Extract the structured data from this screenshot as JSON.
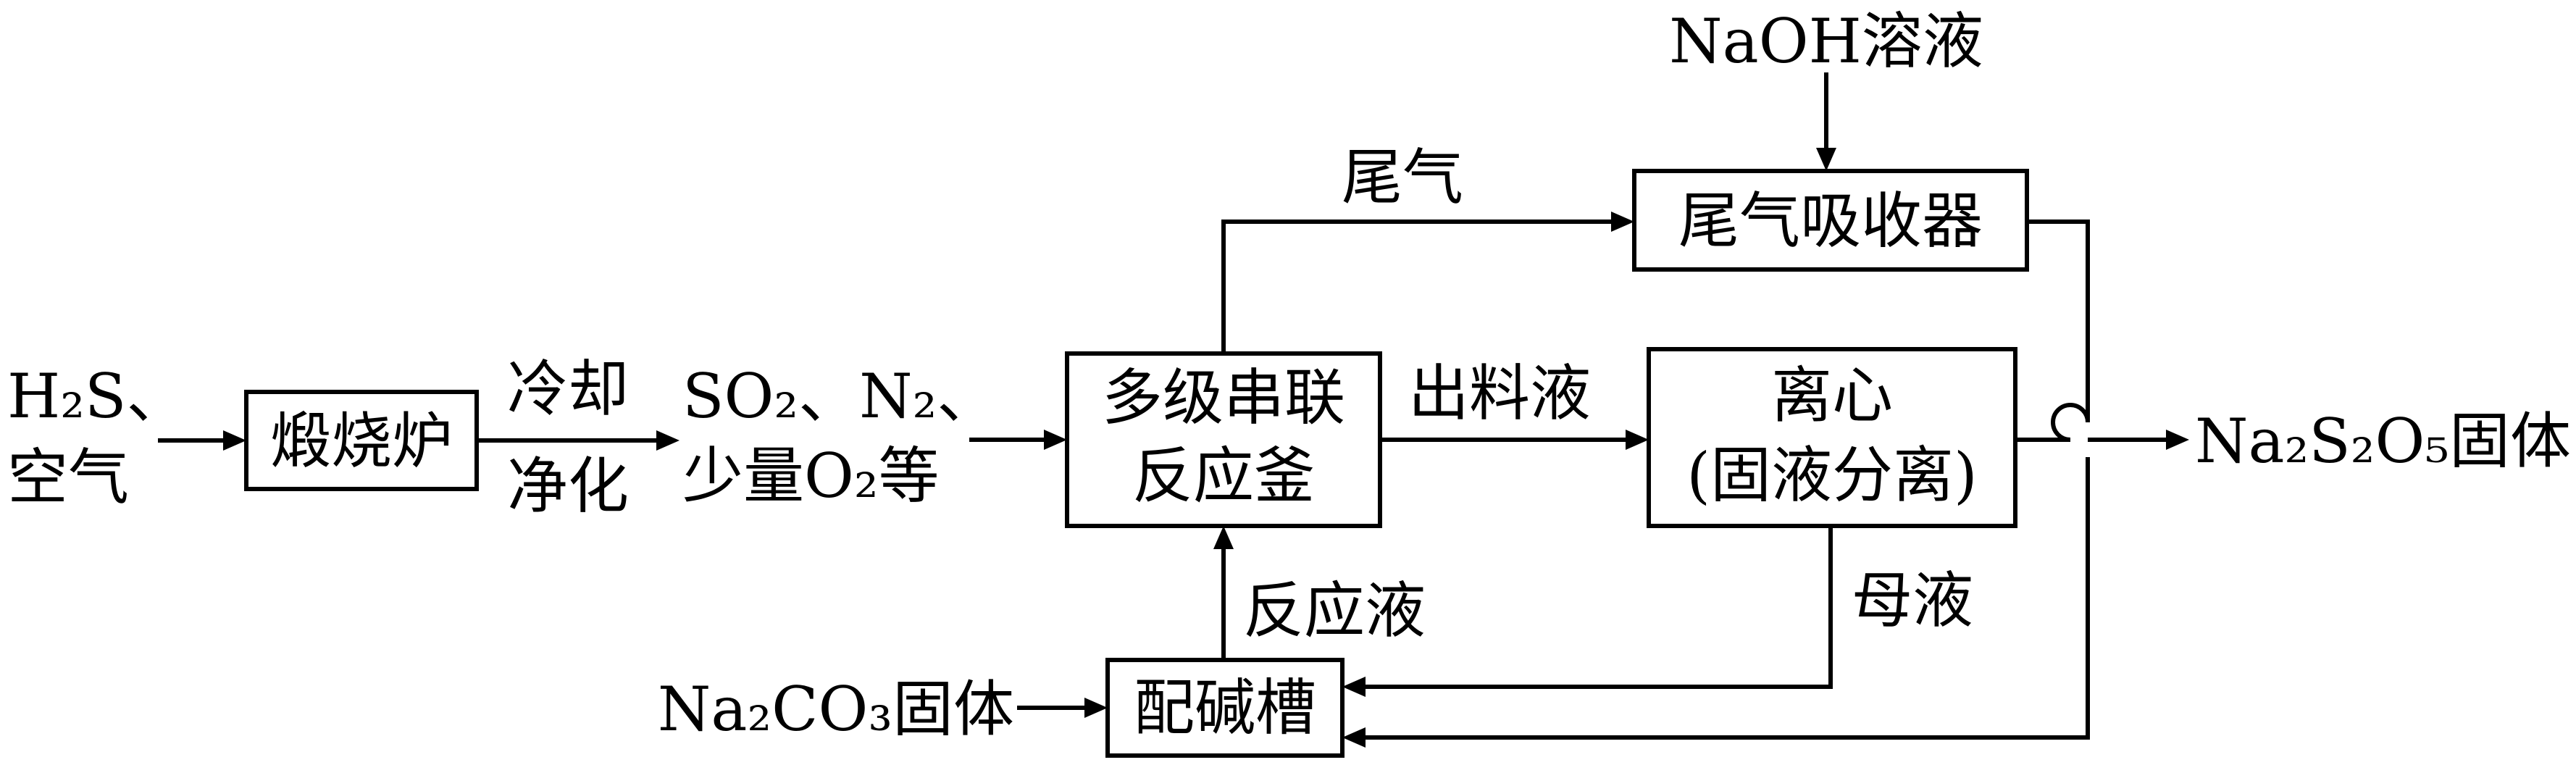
{
  "inputs": {
    "h2s_air_line1": "H₂S、",
    "h2s_air_line2": "空气",
    "naoh": "NaOH溶液",
    "na2co3": "Na₂CO₃固体"
  },
  "units": {
    "furnace": "煅烧炉",
    "reactor_line1": "多级串联",
    "reactor_line2": "反应釜",
    "absorber": "尾气吸收器",
    "centrifuge_line1": "离心",
    "centrifuge_line2": "(固液分离)",
    "alkali_tank": "配碱槽"
  },
  "streams": {
    "cool_line1": "冷却",
    "cool_line2": "净化",
    "gas_line1": "SO₂、N₂、",
    "gas_line2": "少量O₂等",
    "tail_gas": "尾气",
    "outlet_liquid": "出料液",
    "mother_liquor": "母液",
    "reaction_liquid": "反应液"
  },
  "outputs": {
    "product": "Na₂S₂O₅固体"
  }
}
